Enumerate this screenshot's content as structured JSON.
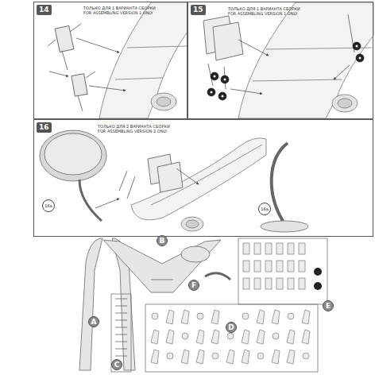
{
  "diagram": {
    "nodes": [
      {
        "text": [
          "14",
          "ТОЛЬКО ДЛЯ 1 ВАРИАНТА СБОРКИ",
          "FOR ASSEMBLING VERSION 1 ONLY"
        ]
      },
      {
        "text": [
          "15",
          "ТОЛЬКО ДЛЯ 1 ВАРИАНТА СБОРКИ",
          "FOR ASSEMBLING VERSION 1 ONLY"
        ]
      },
      {
        "text": [
          "16",
          "ТОЛЬКО ДЛЯ 2 ВАРИАНТА СБОРКИ",
          "FOR ASSEMBLING VERSION 2 ONLY"
        ]
      },
      {
        "text": [
          "16a"
        ],
        "in": 2
      },
      {
        "text": [
          "16a"
        ],
        "in": 2
      },
      {
        "text": [
          "B"
        ]
      },
      {
        "text": [
          "F"
        ]
      },
      {
        "text": [
          "E"
        ]
      },
      {
        "text": [
          "A"
        ]
      },
      {
        "text": [
          "D"
        ]
      },
      {
        "text": [
          "C"
        ]
      }
    ]
  }
}
